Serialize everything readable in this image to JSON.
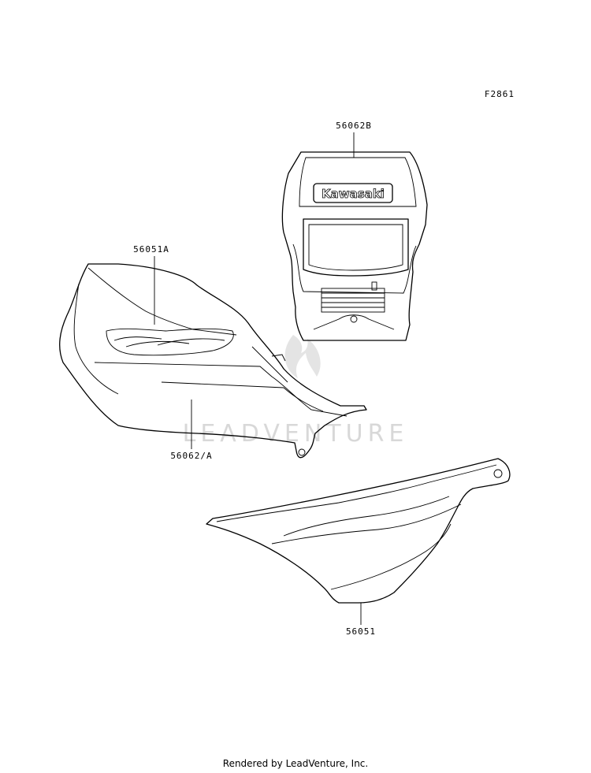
{
  "figure_code": "F2861",
  "parts": {
    "headlight_cover": {
      "label": "56062B",
      "logo_text": "Kawasaki"
    },
    "tank_emblem": {
      "label": "56051A"
    },
    "tank_stripe": {
      "label": "56062/A"
    },
    "side_cover": {
      "label": "56051"
    }
  },
  "watermark": "LEADVENTURE",
  "footer": "Rendered by LeadVenture, Inc."
}
